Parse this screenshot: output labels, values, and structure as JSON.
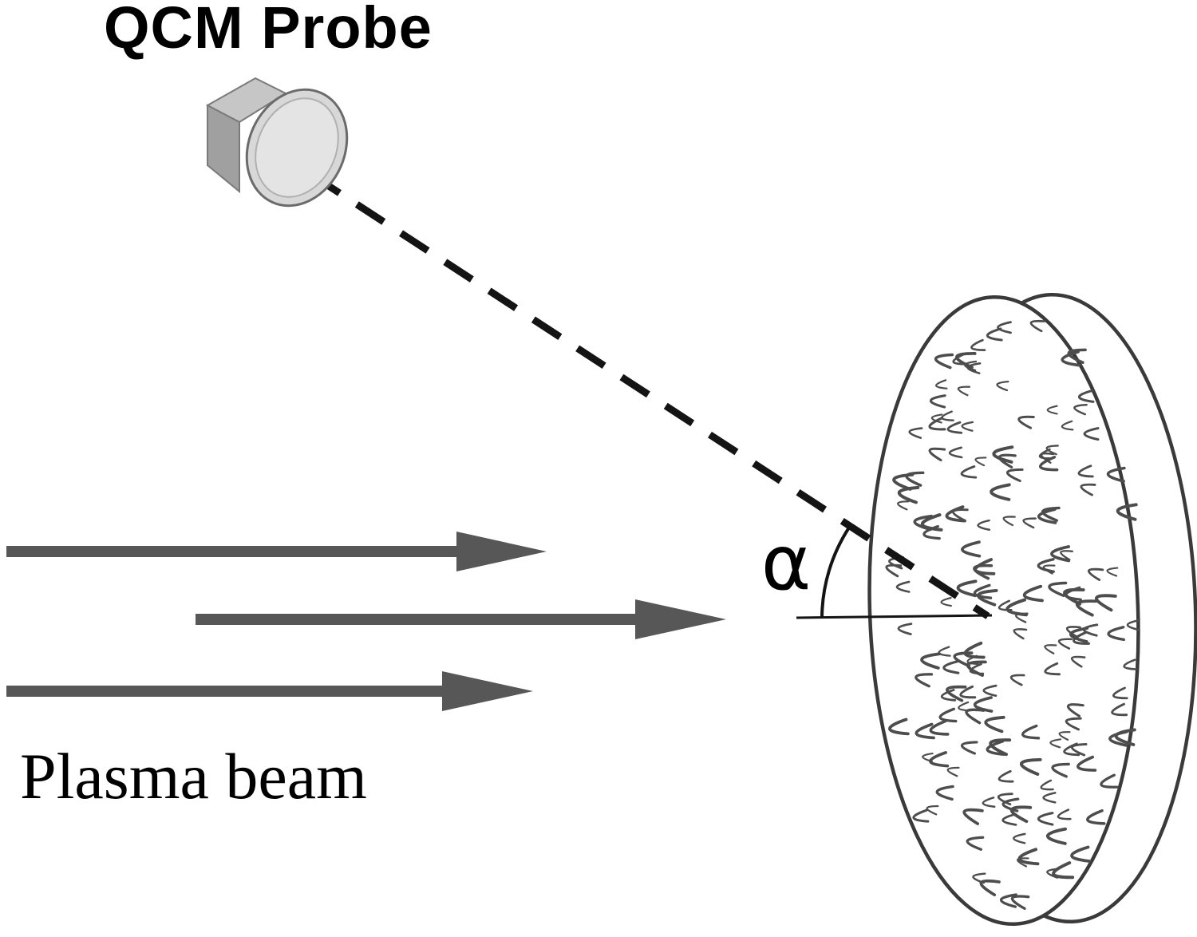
{
  "meta": {
    "description": "Schematic diagram: QCM probe viewing, at angle alpha, a fuzzy target disc irradiated by a plasma beam"
  },
  "labels": {
    "probe": "QCM Probe",
    "beam": "Plasma beam",
    "angle": "α"
  },
  "colors": {
    "background": "#ffffff",
    "text": "#000000",
    "ink": "#141414",
    "arrow": "#575757",
    "disc_outline": "#3a3a3a",
    "fuzz": "#4d4d4d",
    "probe_face": "#d8d8d8",
    "probe_top": "#c6c6c6",
    "probe_side": "#a0a0a0"
  },
  "fuzz": {
    "count": 165,
    "seed": 7
  }
}
